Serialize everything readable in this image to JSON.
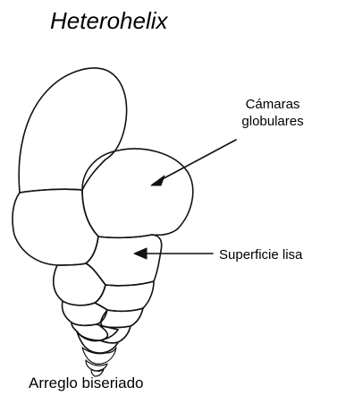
{
  "title": "Heterohelix",
  "labels": {
    "chambers_line1": "Cámaras",
    "chambers_line2": "globulares",
    "surface": "Superficie lisa"
  },
  "caption": "Arreglo biseriado",
  "colors": {
    "ink": "#111111",
    "background": "#ffffff"
  }
}
